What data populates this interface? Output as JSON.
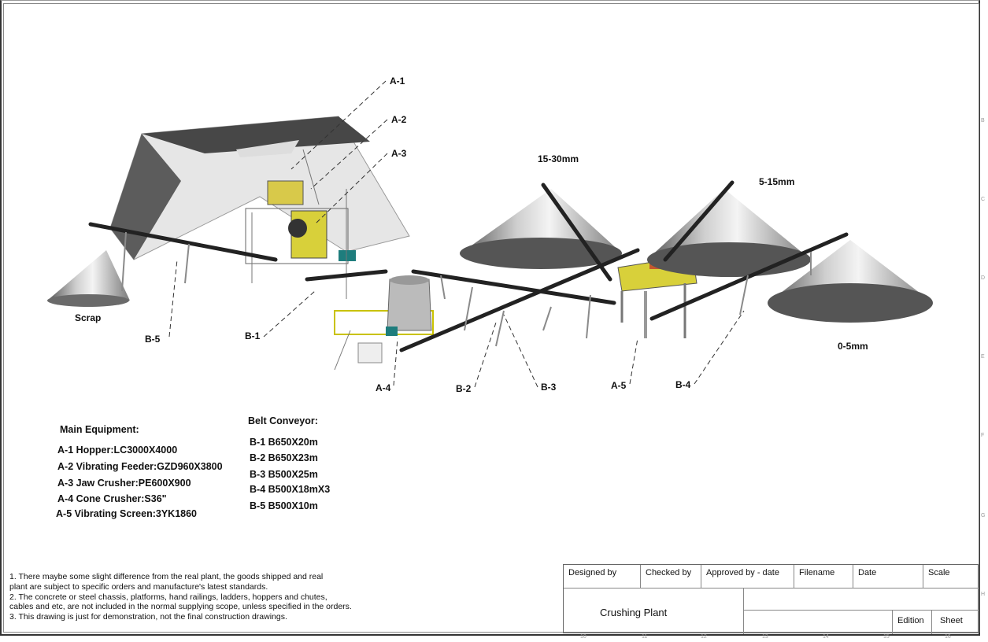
{
  "callouts": {
    "a1": "A-1",
    "a2": "A-2",
    "a3": "A-3",
    "a4": "A-4",
    "a5": "A-5",
    "b1": "B-1",
    "b2": "B-2",
    "b3": "B-3",
    "b4": "B-4",
    "b5": "B-5"
  },
  "piles": {
    "scrap": "Scrap",
    "coarse": "15-30mm",
    "medium": "5-15mm",
    "fine": "0-5mm"
  },
  "main_equipment": {
    "title": "Main Equipment:",
    "items": [
      "A-1 Hopper:LC3000X4000",
      "A-2 Vibrating Feeder:GZD960X3800",
      "A-3 Jaw Crusher:PE600X900",
      "A-4 Cone Crusher:S36\"",
      "A-5 Vibrating Screen:3YK1860"
    ]
  },
  "belt_conveyor": {
    "title": "Belt Conveyor:",
    "items": [
      "B-1 B650X20m",
      "B-2 B650X23m",
      "B-3 B500X25m",
      "B-4 B500X18mX3",
      "B-5 B500X10m"
    ]
  },
  "notes": [
    "1. There maybe some slight difference from the real plant, the goods shipped and      real",
    "plant are subject to specific orders and manufacture's latest standards.",
    "2. The concrete or steel chassis, platforms, hand railings, ladders, hoppers and chutes,",
    "cables and etc, are not included in the normal supplying scope, unless specified in the orders.",
    "3. This drawing is just for demonstration, not the final construction drawings."
  ],
  "title_block": {
    "designed_by": "Designed by",
    "checked_by": "Checked by",
    "approved_by": "Approved by - date",
    "filename": "Filename",
    "date": "Date",
    "scale": "Scale",
    "title": "Crushing Plant",
    "edition": "Edition",
    "sheet": "Sheet"
  },
  "zones": {
    "columns": [
      "10",
      "11",
      "12",
      "13",
      "14",
      "15",
      "16"
    ],
    "rows": [
      "B",
      "C",
      "D",
      "E",
      "F",
      "G",
      "H"
    ]
  }
}
